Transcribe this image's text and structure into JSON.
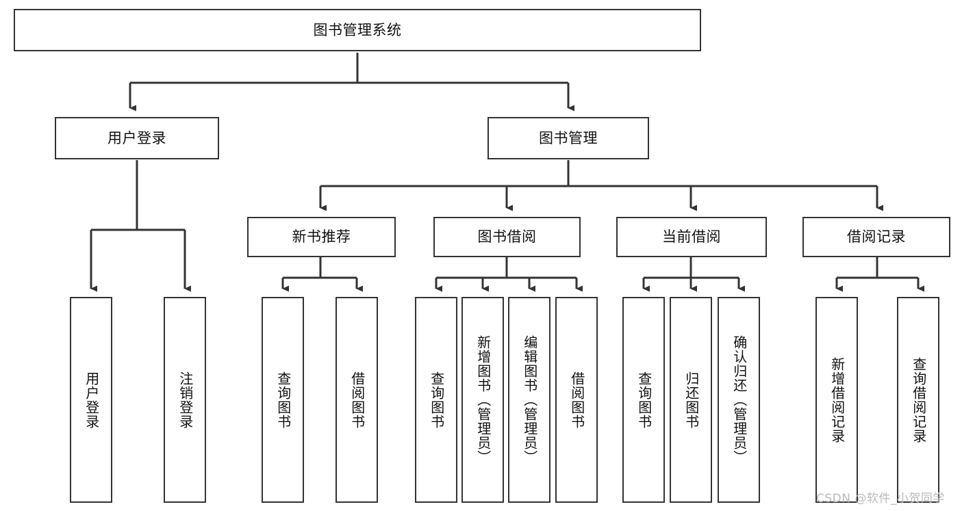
{
  "diagram": {
    "type": "tree-hierarchy-chart",
    "title": "图书管理系统",
    "colors": {
      "box_border": "#333333",
      "box_fill": "#ffffff",
      "connector": "#333333",
      "text": "#111111",
      "watermark": "#b9b9b9",
      "background": "#ffffff"
    },
    "levels": {
      "root": {
        "label": "图书管理系统"
      },
      "level2": [
        {
          "id": "user-login",
          "label": "用户登录"
        },
        {
          "id": "book-management",
          "label": "图书管理"
        }
      ],
      "level3": [
        {
          "id": "new-book-recommend",
          "label": "新书推荐",
          "parent": "book-management"
        },
        {
          "id": "book-borrow",
          "label": "图书借阅",
          "parent": "book-management"
        },
        {
          "id": "current-borrow",
          "label": "当前借阅",
          "parent": "book-management"
        },
        {
          "id": "borrow-record",
          "label": "借阅记录",
          "parent": "book-management"
        }
      ],
      "leaves": [
        {
          "id": "leaf-user-login",
          "label": "用户登录",
          "parent": "user-login"
        },
        {
          "id": "leaf-logout",
          "label": "注销登录",
          "parent": "user-login"
        },
        {
          "id": "leaf-query-book-1",
          "label": "查询图书",
          "parent": "new-book-recommend"
        },
        {
          "id": "leaf-borrow-book-1",
          "label": "借阅图书",
          "parent": "new-book-recommend"
        },
        {
          "id": "leaf-query-book-2",
          "label": "查询图书",
          "parent": "book-borrow"
        },
        {
          "id": "leaf-add-book",
          "label": "新增图书（管理员）",
          "parent": "book-borrow"
        },
        {
          "id": "leaf-edit-book",
          "label": "编辑图书（管理员）",
          "parent": "book-borrow"
        },
        {
          "id": "leaf-borrow-book-2",
          "label": "借阅图书",
          "parent": "book-borrow"
        },
        {
          "id": "leaf-query-book-3",
          "label": "查询图书",
          "parent": "current-borrow"
        },
        {
          "id": "leaf-return-book",
          "label": "归还图书",
          "parent": "current-borrow"
        },
        {
          "id": "leaf-confirm-return",
          "label": "确认归还（管理员）",
          "parent": "current-borrow"
        },
        {
          "id": "leaf-add-record",
          "label": "新增借阅记录",
          "parent": "borrow-record"
        },
        {
          "id": "leaf-query-record",
          "label": "查询借阅记录",
          "parent": "borrow-record"
        }
      ]
    },
    "watermark": "CSDN @软件_小贺同学"
  }
}
